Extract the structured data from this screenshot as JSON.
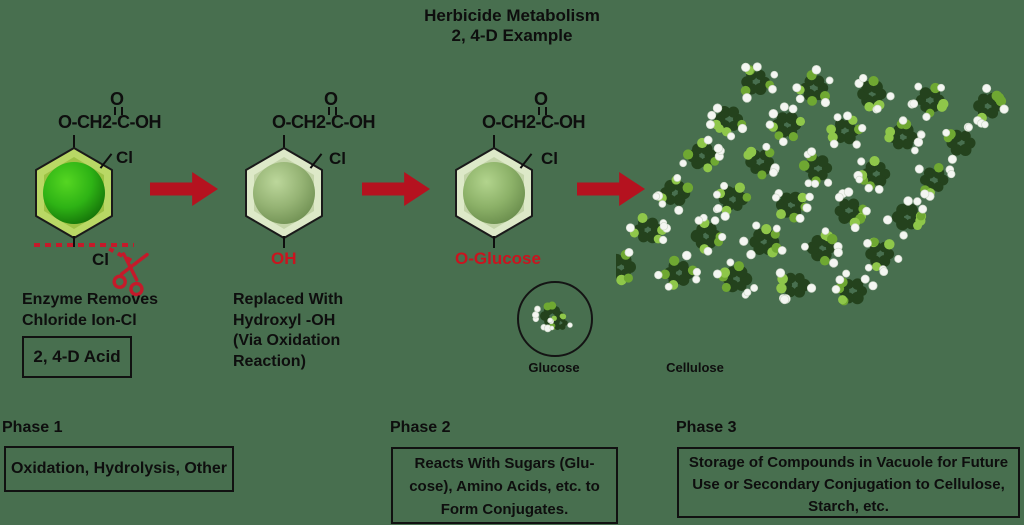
{
  "title": "Herbicide Metabolism\n2, 4-D Example",
  "molecules": [
    {
      "formula": "O-CH2-C-OH",
      "carbonyl_oxygen": "O",
      "ring_substituent": "Cl",
      "bottom_label": "Cl",
      "caption": "Enzyme Removes\nChloride Ion-Cl",
      "name_box": "2, 4-D Acid"
    },
    {
      "formula": "O-CH2-C-OH",
      "carbonyl_oxygen": "O",
      "ring_substituent": "Cl",
      "bottom_label": "OH",
      "caption": "Replaced With\nHydroxyl -OH\n(Via Oxidation\nReaction)"
    },
    {
      "formula": "O-CH2-C-OH",
      "carbonyl_oxygen": "O",
      "ring_substituent": "Cl",
      "bottom_label": "O-Glucose"
    }
  ],
  "glucose_label": "Glucose",
  "cellulose_label": "Cellulose",
  "phases": [
    {
      "label": "Phase 1",
      "box": "Oxidation, Hydrolysis, Other"
    },
    {
      "label": "Phase 2",
      "box": "Reacts With Sugars (Glu-\ncose), Amino Acids, etc. to\nForm Conjugates."
    },
    {
      "label": "Phase 3",
      "box": "Storage of Compounds in Vacuole for Future\nUse or Secondary Conjugation to Cellulose,\nStarch, etc."
    }
  ],
  "colors": {
    "background": "#486f4f",
    "arrow_red": "#b5121f",
    "red_text": "#c9141f",
    "scissors_red": "#c41a2a",
    "mol_dark": "#24421d",
    "mol_light": "#8fc74a",
    "mol_light2": "#6fa832",
    "mol_white": "#f4f6f2",
    "mol_white_edge": "#cfd8ca"
  }
}
